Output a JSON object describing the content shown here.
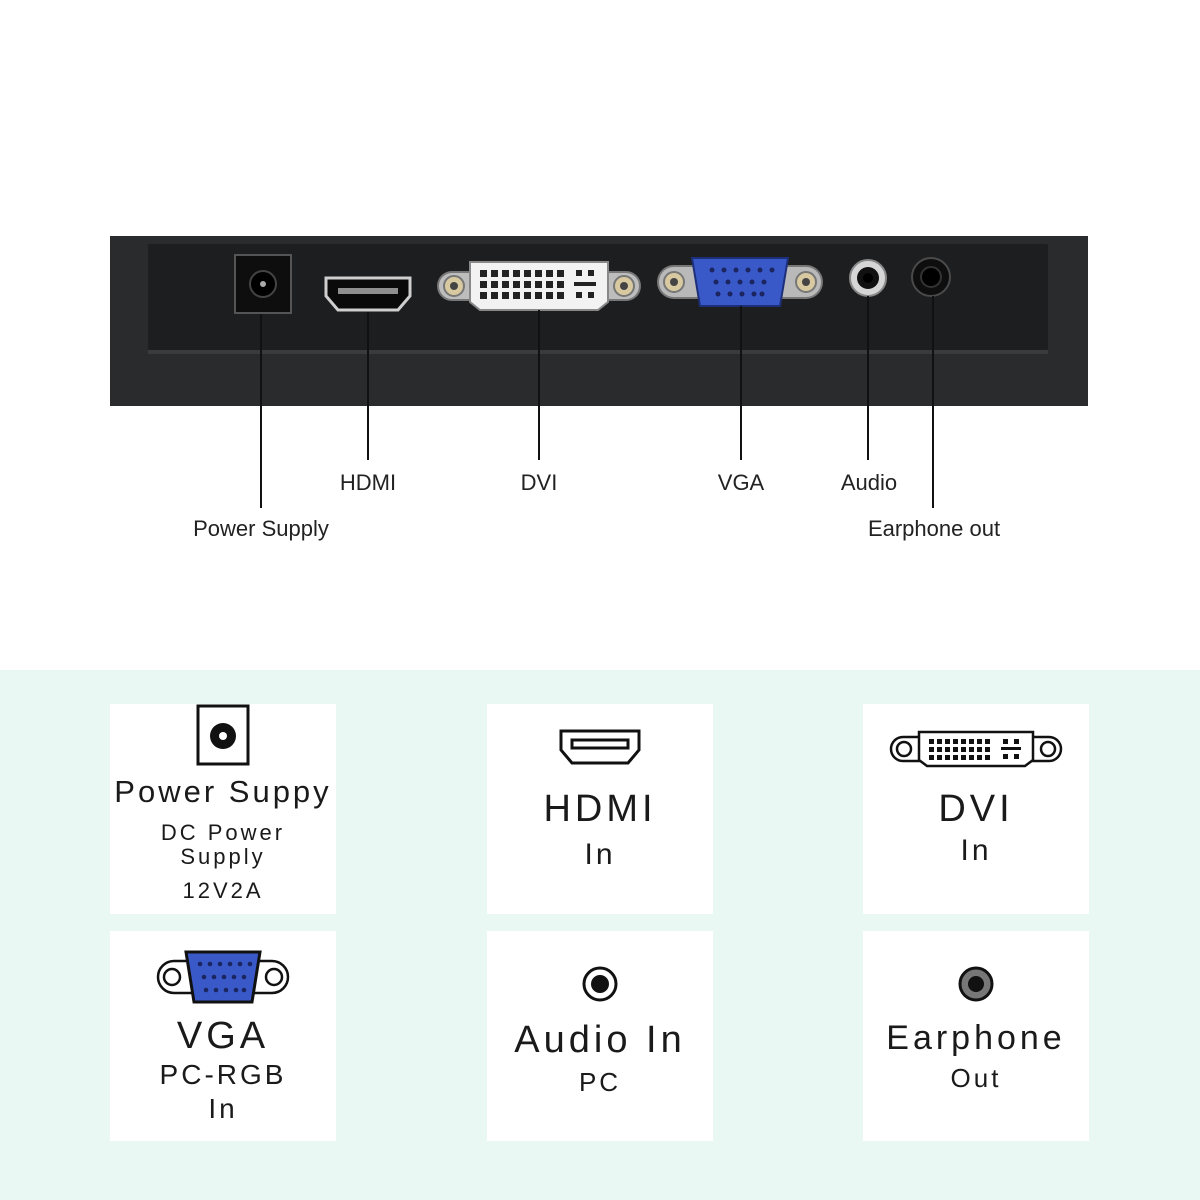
{
  "callouts": {
    "power": "Power Supply",
    "hdmi": "HDMI",
    "dvi": "DVI",
    "vga": "VGA",
    "audio": "Audio",
    "earphone": "Earphone out"
  },
  "cards": {
    "power": {
      "title": "Power Suppy",
      "line1": "DC Power",
      "line2": "Supply",
      "line3": "12V2A",
      "icon": "dc-jack-icon"
    },
    "hdmi": {
      "title": "HDMI",
      "line1": "In",
      "icon": "hdmi-port-icon"
    },
    "dvi": {
      "title": "DVI",
      "line1": "In",
      "icon": "dvi-port-icon"
    },
    "vga": {
      "title": "VGA",
      "line1": "PC-RGB",
      "line2": "In",
      "icon": "vga-port-icon"
    },
    "audio": {
      "title": "Audio In",
      "line1": "PC",
      "icon": "audio-jack-icon"
    },
    "earphone": {
      "title": "Earphone",
      "line1": "Out",
      "icon": "earphone-jack-icon"
    }
  },
  "colors": {
    "panel": "#2a2b2d",
    "bottom_background": "#e9f8f2",
    "vga_blue": "#3a59c9",
    "dvi_white": "#f2f2f2"
  }
}
